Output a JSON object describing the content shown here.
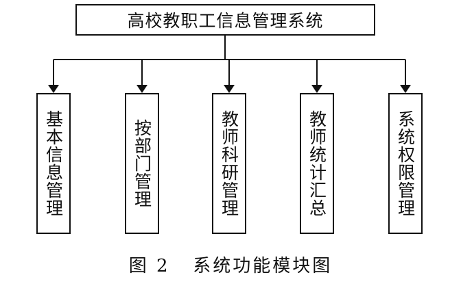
{
  "diagram": {
    "root": "高校教职工信息管理系统",
    "modules": [
      {
        "label": "基本信息管理"
      },
      {
        "label": "按部门管理"
      },
      {
        "label": "教师科研管理"
      },
      {
        "label": "教师统计汇总"
      },
      {
        "label": "系统权限管理"
      }
    ],
    "caption": "图 2   系统功能模块图"
  }
}
